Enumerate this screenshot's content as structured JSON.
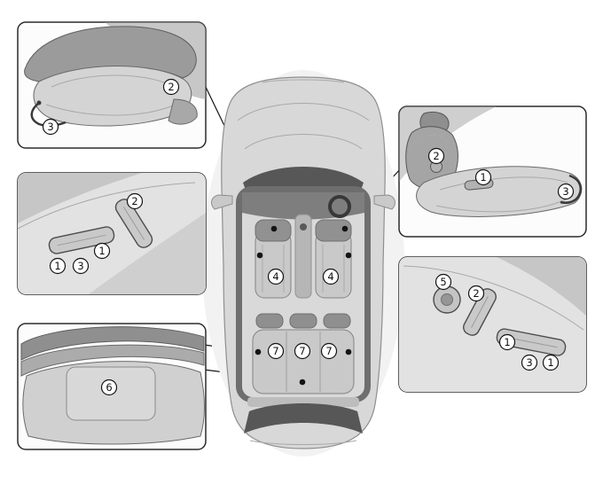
{
  "palette": {
    "background": "#ffffff",
    "box_border": "#2b2b2b",
    "line_color": "#141414",
    "glass": "#575757",
    "seat_light": "#d2d2d2",
    "seat_mid": "#a5a5a5",
    "seat_dark": "#6e6e6e"
  },
  "callouts": {
    "box_top_left": {
      "labels": [
        "2",
        "3"
      ]
    },
    "box_mid_left": {
      "labels": [
        "2",
        "1",
        "3",
        "1"
      ]
    },
    "box_bottom_left": {
      "labels": [
        "6"
      ]
    },
    "box_top_right": {
      "labels": [
        "2",
        "1",
        "3"
      ]
    },
    "box_bottom_right": {
      "labels": [
        "5",
        "2",
        "1",
        "3",
        "1"
      ]
    },
    "car": {
      "front_seat_labels": [
        "4",
        "4"
      ],
      "rear_seat_labels": [
        "7",
        "7",
        "7"
      ]
    }
  }
}
